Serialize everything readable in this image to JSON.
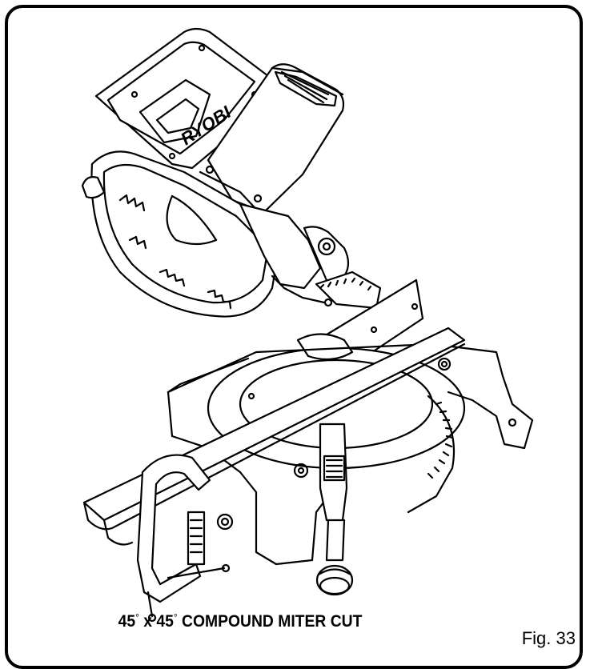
{
  "caption": {
    "part1": "45",
    "part2": " x 45",
    "part3": " COMPOUND MITER CUT",
    "degree_symbol": "°"
  },
  "figure_label": "Fig. 33",
  "brand_logo_text": "RYOBI"
}
